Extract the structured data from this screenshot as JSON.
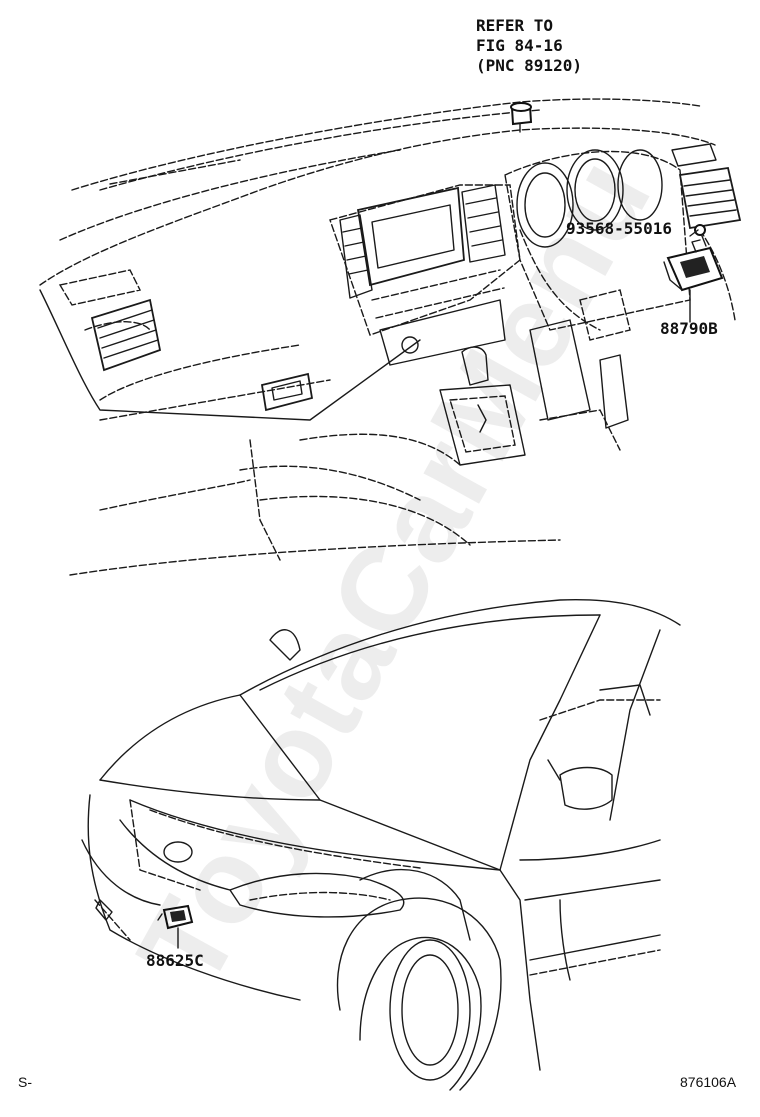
{
  "diagram": {
    "callouts": {
      "refer_line1": "REFER TO",
      "refer_line2": "FIG 84-16",
      "refer_line3": "(PNC 89120)",
      "screw_part": "93568-55016",
      "ecu_part": "88790B",
      "sensor_part": "88625C"
    },
    "corner_left": "S-",
    "figure_code": "876106A",
    "watermark": "ToyotaCarMenu"
  }
}
